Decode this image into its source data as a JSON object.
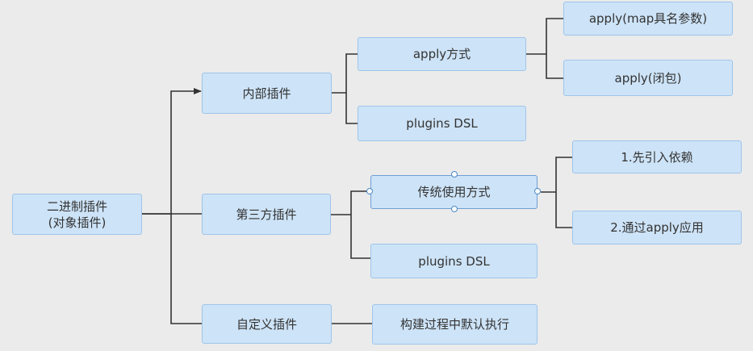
{
  "colors": {
    "background": "#ebebeb",
    "node_fill": "#cde3f7",
    "node_border": "#9ec5ea",
    "connector": "#333333",
    "handle": "#4a88c9"
  },
  "root": {
    "line1": "二进制插件",
    "line2": "(对象插件)"
  },
  "branches": {
    "internal": {
      "label": "内部插件",
      "apply": {
        "label": "apply方式",
        "children": [
          "apply(map具名参数)",
          "apply(闭包)"
        ]
      },
      "dsl": "plugins DSL"
    },
    "third_party": {
      "label": "第三方插件",
      "traditional": {
        "label": "传统使用方式",
        "children": [
          "1.先引入依赖",
          "2.通过apply应用"
        ]
      },
      "dsl": "plugins DSL"
    },
    "custom": {
      "label": "自定义插件",
      "child": "构建过程中默认执行"
    }
  }
}
